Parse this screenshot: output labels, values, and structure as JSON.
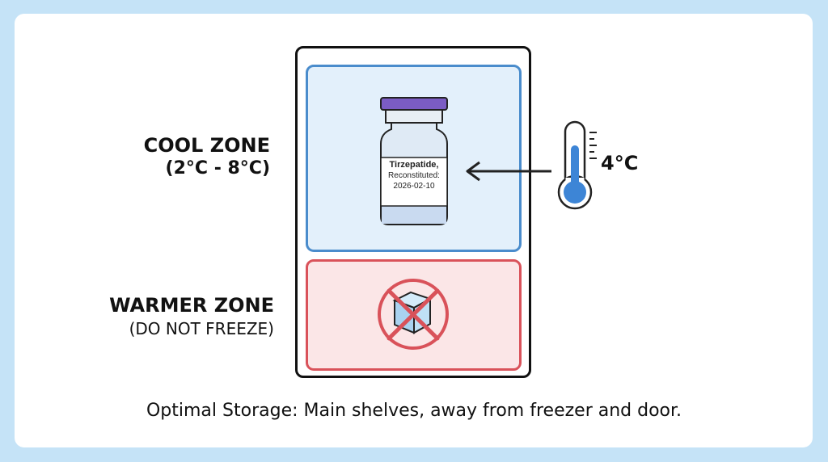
{
  "cool_zone": {
    "title": "COOL ZONE",
    "range": "(2°C - 8°C)"
  },
  "warm_zone": {
    "title": "WARMER ZONE",
    "note": "(DO NOT FREEZE)"
  },
  "vial": {
    "name": "Tirzepatide,",
    "status": "Reconstituted:",
    "date": "2026-02-10"
  },
  "thermometer": {
    "reading": "4°C"
  },
  "caption": "Optimal Storage: Main shelves, away from freezer and door.",
  "colors": {
    "background": "#c5e3f7",
    "cool_fill": "#e3f0fb",
    "cool_border": "#4a8ccc",
    "warm_fill": "#fbe6e7",
    "warm_border": "#d9525a",
    "vial_cap": "#7b5cc4"
  },
  "icons": [
    "vial-icon",
    "arrow-left-icon",
    "thermometer-icon",
    "no-ice-icon"
  ]
}
